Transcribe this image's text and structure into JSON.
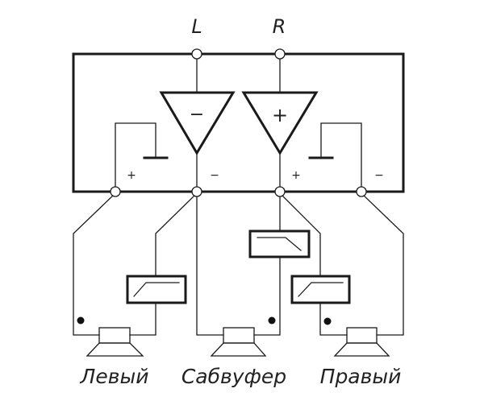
{
  "inputs": {
    "left": "L",
    "right": "R"
  },
  "amplifiers": [
    {
      "sign": "−"
    },
    {
      "sign": "+"
    }
  ],
  "terminals": [
    "+",
    "−",
    "+",
    "−"
  ],
  "speakers": [
    {
      "label": "Левый"
    },
    {
      "label": "Сабвуфер"
    },
    {
      "label": "Правый"
    }
  ],
  "colors": {
    "line": "#1a1a1a",
    "background": "#ffffff"
  }
}
